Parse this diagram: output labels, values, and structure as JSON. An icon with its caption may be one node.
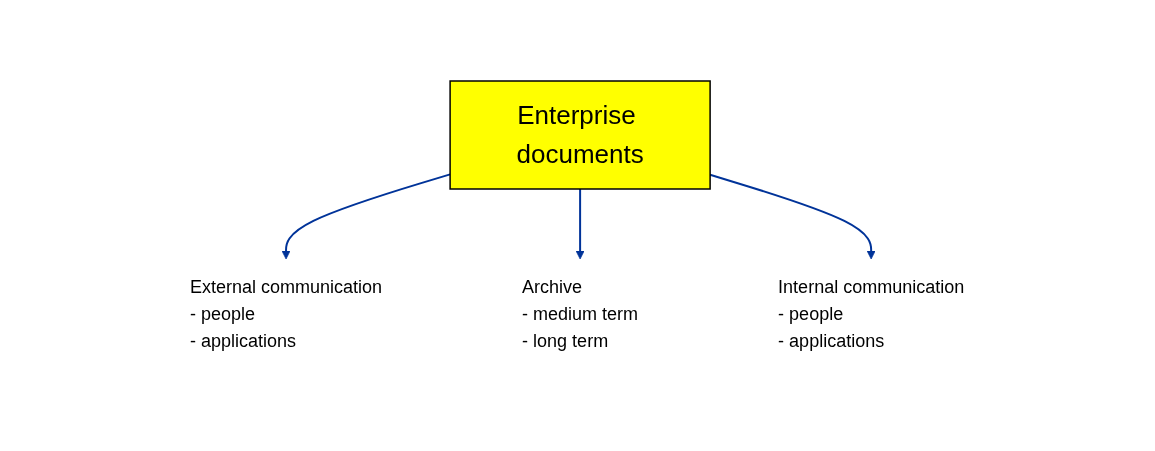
{
  "diagram": {
    "nodes": [
      {
        "text": [
          "External communication",
          "- people",
          "- applications"
        ]
      },
      {
        "text": [
          "Enterprise documents"
        ]
      },
      {
        "text": [
          "Archive",
          "- medium term",
          "- long term"
        ]
      },
      {
        "text": [
          "Internal communication",
          "- people",
          "- applications"
        ]
      }
    ],
    "edges": [
      {
        "from": 1,
        "to": 0,
        "arrow": "to"
      },
      {
        "from": 1,
        "to": 2,
        "arrow": "to"
      },
      {
        "from": 1,
        "to": 3,
        "arrow": "to"
      }
    ]
  }
}
